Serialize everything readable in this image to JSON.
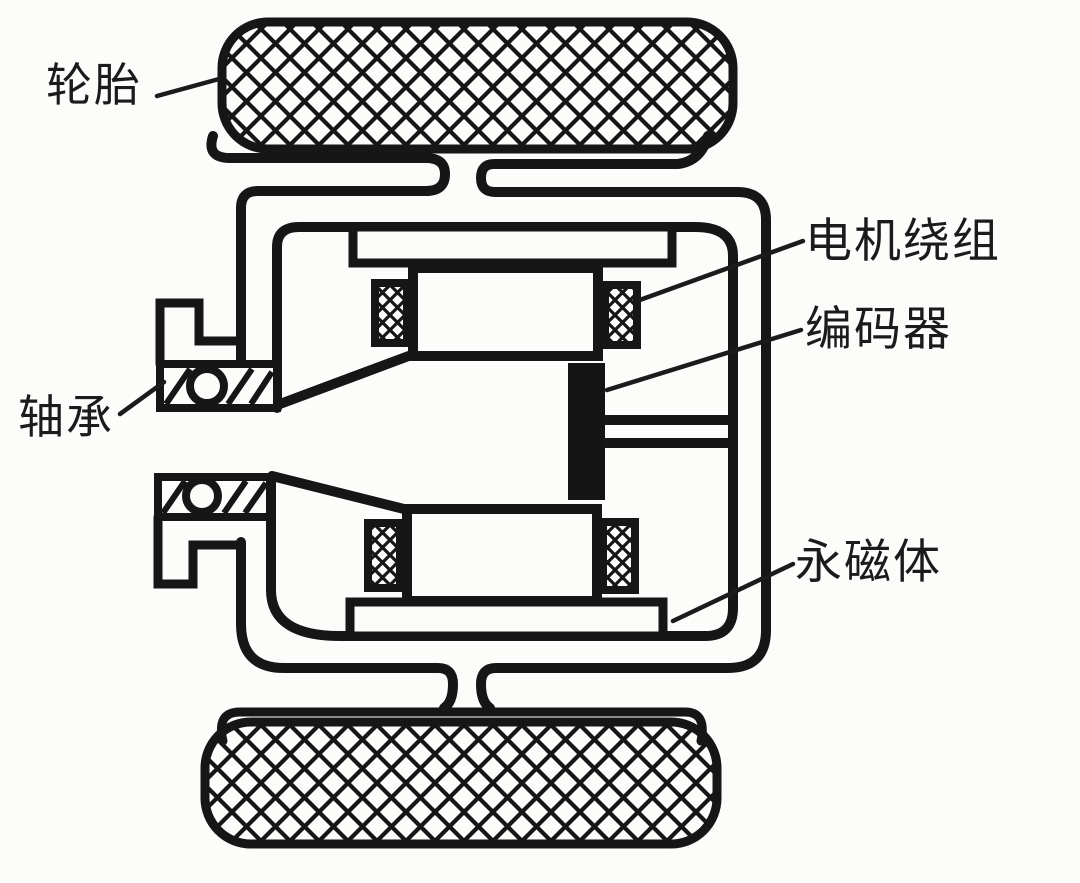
{
  "diagram": {
    "kind": "hub-motor cross-section line drawing",
    "background_color": "#fcfcfb",
    "line_color": "#161616",
    "labels": {
      "tire": {
        "text": "轮胎"
      },
      "motor_winding": {
        "text": "电机绕组"
      },
      "encoder": {
        "text": "编码器"
      },
      "bearing": {
        "text": "轴承"
      },
      "permanent_magnet": {
        "text": "永磁体"
      }
    },
    "parts": [
      "tire-top",
      "tire-bottom",
      "wheel-rim",
      "rotor-shell-outer",
      "rotor-shell-inner",
      "magnet-plate-top",
      "magnet-plate-bottom",
      "stator-core-top",
      "stator-core-bottom",
      "winding-top-left",
      "winding-top-right",
      "winding-bottom-left",
      "winding-bottom-right",
      "encoder-block",
      "encoder-mount-bar",
      "bearing-top",
      "bearing-bottom",
      "axle-bracket-top",
      "axle-bracket-bottom",
      "stator-web-top",
      "stator-web-bottom"
    ]
  }
}
